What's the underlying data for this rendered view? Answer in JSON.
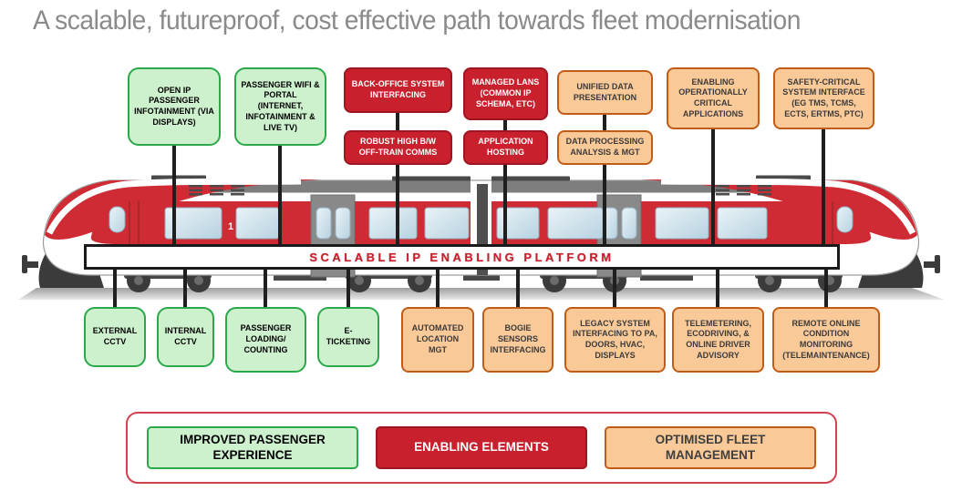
{
  "title": "A scalable, futureproof, cost effective path towards fleet modernisation",
  "banner": "SCALABLE IP ENABLING PLATFORM",
  "train": {
    "car_number": "1"
  },
  "top_row": [
    {
      "label": "OPEN IP PASSENGER INFOTAINMENT (VIA DISPLAYS)",
      "category": "improved-passenger-experience"
    },
    {
      "label": "PASSENGER WIFI & PORTAL (INTERNET, INFOTAINMENT & LIVE TV)",
      "category": "improved-passenger-experience"
    },
    {
      "label": "BACK-OFFICE SYSTEM INTERFACING",
      "category": "enabling-elements"
    },
    {
      "label": "MANAGED LANS (COMMON IP SCHEMA, ETC)",
      "category": "enabling-elements"
    },
    {
      "label": "UNIFIED DATA PRESENTATION",
      "category": "optimised-fleet-management"
    },
    {
      "label": "ENABLING OPERATIONALLY CRITICAL APPLICATIONS",
      "category": "optimised-fleet-management"
    },
    {
      "label": "SAFETY-CRITICAL SYSTEM INTERFACE (EG TMS, TCMS, ECTS, ERTMS, PTC)",
      "category": "optimised-fleet-management"
    }
  ],
  "top_row_2": [
    {
      "label": "ROBUST HIGH B/W OFF-TRAIN COMMS",
      "category": "enabling-elements"
    },
    {
      "label": "APPLICATION HOSTING",
      "category": "enabling-elements"
    },
    {
      "label": "DATA PROCESSING ANALYSIS & MGT",
      "category": "optimised-fleet-management"
    }
  ],
  "bottom_row": [
    {
      "label": "EXTERNAL CCTV",
      "category": "improved-passenger-experience"
    },
    {
      "label": "INTERNAL CCTV",
      "category": "improved-passenger-experience"
    },
    {
      "label": "PASSENGER LOADING/ COUNTING",
      "category": "improved-passenger-experience"
    },
    {
      "label": "E-TICKETING",
      "category": "improved-passenger-experience"
    },
    {
      "label": "AUTOMATED LOCATION MGT",
      "category": "optimised-fleet-management"
    },
    {
      "label": "BOGIE SENSORS INTERFACING",
      "category": "optimised-fleet-management"
    },
    {
      "label": "LEGACY SYSTEM INTERFACING TO PA, DOORS, HVAC, DISPLAYS",
      "category": "optimised-fleet-management"
    },
    {
      "label": "TELEMETERING, ECODRIVING, & ONLINE DRIVER ADVISORY",
      "category": "optimised-fleet-management"
    },
    {
      "label": "REMOTE ONLINE CONDITION MONITORING (TELEMAINTENANCE)",
      "category": "optimised-fleet-management"
    }
  ],
  "legend": {
    "items": [
      {
        "label": "IMPROVED PASSENGER EXPERIENCE",
        "color": "#cdf1cd"
      },
      {
        "label": "ENABLING ELEMENTS",
        "color": "#c9202e"
      },
      {
        "label": "OPTIMISED FLEET MANAGEMENT",
        "color": "#fac998"
      }
    ]
  },
  "colors": {
    "passenger_green_fill": "#cdf1cd",
    "passenger_green_border": "#2aa84a",
    "enabling_red": "#c9202e",
    "fleet_orange_fill": "#fac998",
    "fleet_orange_border": "#c05c17",
    "train_red": "#cf2b35",
    "banner_text": "#c9202e",
    "title_gray": "#8a8a8a"
  }
}
